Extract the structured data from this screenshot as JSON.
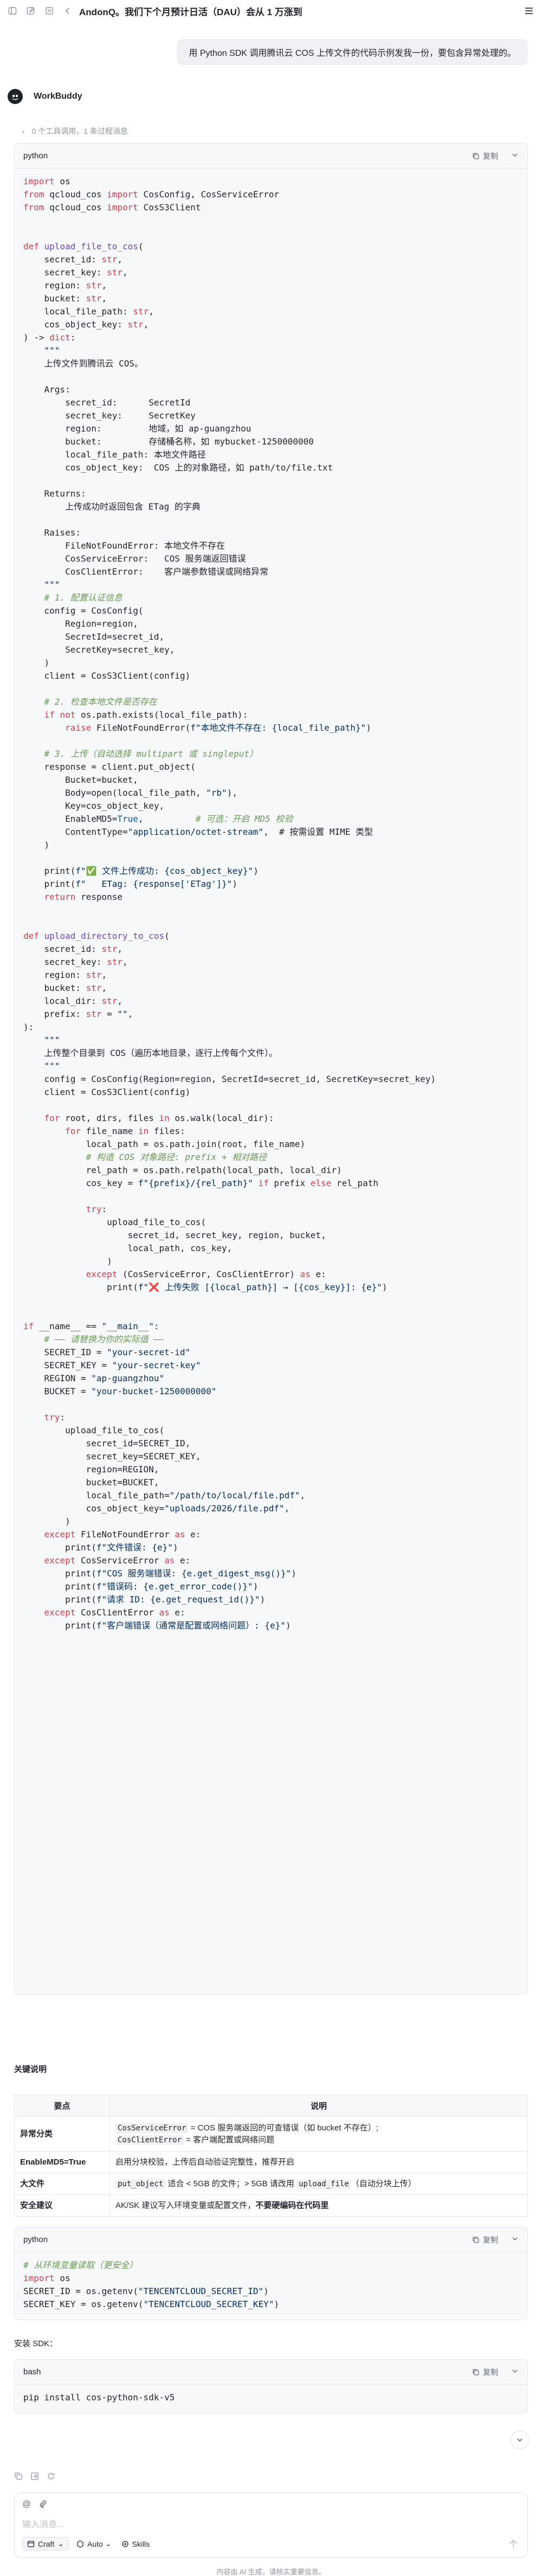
{
  "topbar": {
    "title": "AndonQ。我们下个月预计日活（DAU）会从 1 万涨到"
  },
  "user_message": "用 Python SDK 调用腾讯云 COS 上传文件的代码示例发我一份，要包含异常处理的。",
  "agent": {
    "name": "WorkBuddy",
    "tool_note": "0 个工具调用，1 条过程消息"
  },
  "code1": {
    "lang": "python",
    "copy_label": "复制"
  },
  "key_section_title": "关键说明",
  "table": {
    "headers": [
      "要点",
      "说明"
    ],
    "rows": [
      {
        "key": "异常分类",
        "l1_code": "CosServiceError",
        "l1_text": " = COS 服务端返回的可查错误（如 bucket 不存在）;",
        "l2_code": "CosClientError",
        "l2_text": " = 客户端配置或网络问题"
      },
      {
        "key": "EnableMD5=True",
        "text": "启用分块校验，上传后自动验证完整性，推荐开启"
      },
      {
        "key": "大文件",
        "a_code": "put_object",
        "a_text": " 适合 < 5GB 的文件；> 5GB 请改用 ",
        "b_code": "upload_file",
        "b_text": "（自动分块上传）"
      },
      {
        "key": "安全建议",
        "text_plain": "AK/SK 建议写入环境变量或配置文件，",
        "text_bold": "不要硬编码在代码里"
      }
    ]
  },
  "code2": {
    "lang": "python",
    "copy_label": "复制",
    "lines": {
      "c1": "# 从环境变量读取（更安全）",
      "l2a": "import",
      "l2b": " os",
      "l3a": "SECRET_ID = os.getenv(",
      "l3b": "\"TENCENTCLOUD_SECRET_ID\"",
      "l3c": ")",
      "l4a": "SECRET_KEY = os.getenv(",
      "l4b": "\"TENCENTCLOUD_SECRET_KEY\"",
      "l4c": ")"
    }
  },
  "install_label": "安装 SDK：",
  "code3": {
    "lang": "bash",
    "copy_label": "复制",
    "command": "pip install cos-python-sdk-v5"
  },
  "composer": {
    "placeholder": "输入消息...",
    "mode": "Craft",
    "model": "Auto",
    "skills": "Skills"
  },
  "footer_note": "内容由 AI 生成，请核实重要信息。"
}
